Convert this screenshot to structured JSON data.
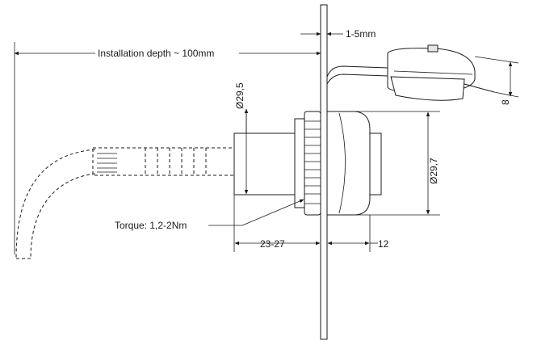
{
  "labels": {
    "installation_depth": "Installation depth ~ 100mm",
    "panel_thickness": "1-5mm",
    "diameter_inner": "Ø29,5",
    "diameter_outer": "Ø29,7",
    "cap_height": "8",
    "torque": "Torque: 1,2-2Nm",
    "body_length": "23-27",
    "front_length": "12"
  },
  "colors": {
    "line": "#1a1a1a",
    "background": "#ffffff"
  }
}
